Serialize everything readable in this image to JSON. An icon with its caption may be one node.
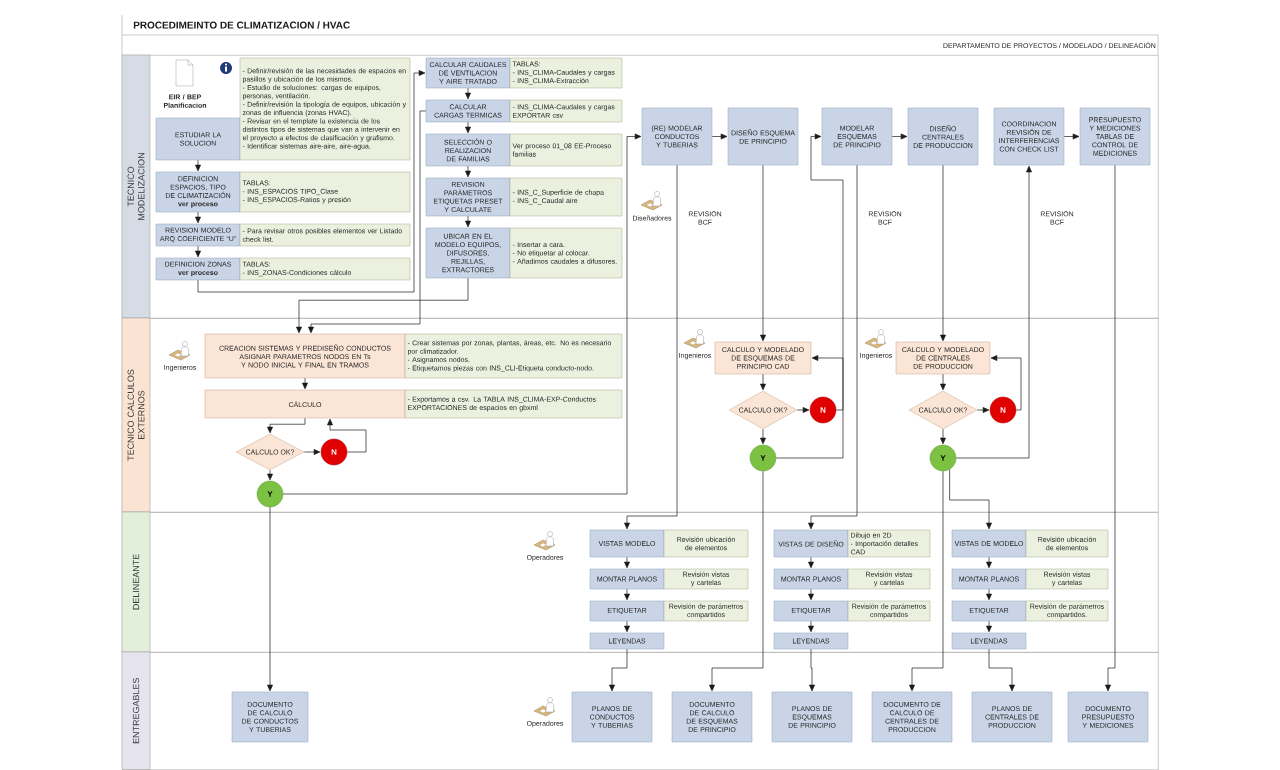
{
  "diagram": {
    "title": "PROCEDIMEINTO DE CLIMATIZACION / HVAC",
    "nodes": [
      {
        "text": [
          "TECNICO MODELIZACION"
        ]
      },
      {
        "text": [
          "ESTUDIAR LA SOLUCION"
        ],
        "in": 0
      },
      {
        "text": [
          "- Definir/revisión de las necesidades de espacios en pasillos y ubicación de los mismos.",
          "- Estudio de soluciones: cargas de equipos, personas, ventilación.",
          "- Definir/revisión la tipología de equipos, ubicación y zonas de influencia (zonas HVAC).",
          "- Revisar en el template la existencia de los distintos tipos de sistemas que van a intervenir en el proyecto a efectos de clasificación y grafismo.",
          "- Identificar sistemas aire-aire, aire-agua."
        ],
        "in": 0
      },
      {
        "text": [
          "DEFINICION ESPACIOS, TIPO DE CLIMATIZACIÓN",
          "ver proceso"
        ],
        "in": 0
      },
      {
        "text": [
          "TABLAS:",
          "- INS_ESPACIOS TIPO_Clase",
          "- INS_ESPACIOS-Ratios y presión"
        ],
        "in": 0
      },
      {
        "text": [
          "REVISION MODELO ARQ COEFICIENTE “U”"
        ],
        "in": 0
      },
      {
        "text": [
          "- Para revisar otros posibles elementos ver Listado check list."
        ],
        "in": 0
      },
      {
        "text": [
          "DEFINICION ZONAS",
          "ver proceso"
        ],
        "in": 0
      },
      {
        "text": [
          "TABLAS:",
          "- INS_ZONAS-Condiciones cálculo"
        ],
        "in": 0
      },
      {
        "text": [
          "CALCULAR CAUDALES DE VENTILACION Y AIRE TRATADO"
        ],
        "in": 0
      },
      {
        "text": [
          "TABLAS:",
          "- INS_CLIMA-Caudales y cargas",
          "- INS_CLIMA-Extracción"
        ],
        "in": 0
      },
      {
        "text": [
          "CALCULAR CARGAS TERMICAS"
        ],
        "in": 0
      },
      {
        "text": [
          "- INS_CLIMA-Caudales y cargas EXPORTAR csv"
        ],
        "in": 0
      },
      {
        "text": [
          "SELECCIÓN O REALIZACION DE FAMILIAS"
        ],
        "in": 0
      },
      {
        "text": [
          "Ver proceso 01_08 EE-Proceso familias"
        ],
        "in": 0
      },
      {
        "text": [
          "REVISION PARÁMETROS ETIQUETAS PRESET Y CALCULATE"
        ],
        "in": 0
      },
      {
        "text": [
          "- INS_C_Superficie de chapa",
          "- INS_C_Caudal aire"
        ],
        "in": 0
      },
      {
        "text": [
          "UBICAR EN EL MODELO EQUIPOS, DIFUSORES, REJILLAS, EXTRACTORES"
        ],
        "in": 0
      },
      {
        "text": [
          "- Insertar a cara.",
          "- No etiquetar al colocar.",
          "- Añadimos caudales a difusores."
        ],
        "in": 0
      },
      {
        "text": [
          "(RE) MODELAR CONDUCTOS Y TUBERIAS"
        ],
        "in": 0
      },
      {
        "text": [
          "DISEÑO ESQUEMA DE PRINCIPIO"
        ],
        "in": 0
      },
      {
        "text": [
          "MODELAR ESQUEMAS DE PRINCIPIO"
        ],
        "in": 0
      },
      {
        "text": [
          "DISEÑO CENTRALES DE PRODUCCION"
        ],
        "in": 0
      },
      {
        "text": [
          "COORDINACION",
          "REVISIÓN DE INTERFERENCIAS CON CHECK LIST"
        ],
        "in": 0
      },
      {
        "text": [
          "PRESUPUESTO Y MEDICIONES",
          "TABLAS DE CONTROL DE MEDICIONES"
        ],
        "in": 0
      },
      {
        "text": [
          "TECNICO CALCULOS EXTERNOS"
        ]
      },
      {
        "text": [
          "CREACION SISTEMAS Y PREDISEÑO CONDUCTOS",
          "ASIGNAR PARAMETROS NODOS EN Ts Y NODO INICIAL Y FINAL EN TRAMOS"
        ],
        "in": 25
      },
      {
        "text": [
          "- Crear sistemas por zonas, plantas, áreas, etc. No es necesario por climatizador.",
          "- Asignamos nodos.",
          "- Etiquetamos piezas con INS_CLI-Etiqueta conducto-nodo."
        ],
        "in": 25
      },
      {
        "text": [
          "CÁLCULO"
        ],
        "in": 25
      },
      {
        "text": [
          "- Exportamos a csv. La TABLA INS_CLIMA-EXP-Conductos",
          "EXPORTACIONES de espacios en gbxml"
        ],
        "in": 25
      },
      {
        "text": [
          "CALCULO OK?"
        ],
        "in": 25
      },
      {
        "text": [
          "N"
        ],
        "in": 25
      },
      {
        "text": [
          "Y"
        ],
        "in": 25
      },
      {
        "text": [
          "CALCULO Y MODELADO DE ESQUEMAS DE PRINCIPIO CAD"
        ],
        "in": 25
      },
      {
        "text": [
          "CALCULO OK?"
        ],
        "in": 25
      },
      {
        "text": [
          "N"
        ],
        "in": 25
      },
      {
        "text": [
          "Y"
        ],
        "in": 25
      },
      {
        "text": [
          "CALCULO Y MODELADO DE CENTRALES DE PRODUCCION"
        ],
        "in": 25
      },
      {
        "text": [
          "CALCULO OK?"
        ],
        "in": 25
      },
      {
        "text": [
          "N"
        ],
        "in": 25
      },
      {
        "text": [
          "Y"
        ],
        "in": 25
      },
      {
        "text": [
          "DELINEANTE"
        ]
      },
      {
        "text": [
          "VISTAS MODELO"
        ],
        "in": 41
      },
      {
        "text": [
          "Revisión ubicación de elementos"
        ],
        "in": 41
      },
      {
        "text": [
          "MONTAR PLANOS"
        ],
        "in": 41
      },
      {
        "text": [
          "Revisión vistas y cartelas"
        ],
        "in": 41
      },
      {
        "text": [
          "ETIQUETAR"
        ],
        "in": 41
      },
      {
        "text": [
          "Revisión de parámetros compartidos"
        ],
        "in": 41
      },
      {
        "text": [
          "LEYENDAS"
        ],
        "in": 41
      },
      {
        "text": [
          "VISTAS DE DISEÑO"
        ],
        "in": 41
      },
      {
        "text": [
          "Dibujo en 2D",
          "- Importación detalles CAD"
        ],
        "in": 41
      },
      {
        "text": [
          "MONTAR PLANOS"
        ],
        "in": 41
      },
      {
        "text": [
          "Revisión vistas y cartelas"
        ],
        "in": 41
      },
      {
        "text": [
          "ETIQUETAR"
        ],
        "in": 41
      },
      {
        "text": [
          "Revisión de parámetros compartidos"
        ],
        "in": 41
      },
      {
        "text": [
          "LEYENDAS"
        ],
        "in": 41
      },
      {
        "text": [
          "VISTAS DE MODELO"
        ],
        "in": 41
      },
      {
        "text": [
          "Revisión ubicación de elementos"
        ],
        "in": 41
      },
      {
        "text": [
          "MONTAR PLANOS"
        ],
        "in": 41
      },
      {
        "text": [
          "Revisión vistas y cartelas"
        ],
        "in": 41
      },
      {
        "text": [
          "ETIQUETAR"
        ],
        "in": 41
      },
      {
        "text": [
          "Revisión de parámetros compartidos."
        ],
        "in": 41
      },
      {
        "text": [
          "LEYENDAS"
        ],
        "in": 41
      },
      {
        "text": [
          "ENTREGABLES"
        ]
      },
      {
        "text": [
          "DOCUMENTO DE CALCULO DE CONDUCTOS Y TUBERIAS"
        ],
        "in": 63
      },
      {
        "text": [
          "PLANOS DE CONDUCTOS Y TUBERIAS"
        ],
        "in": 63
      },
      {
        "text": [
          "DOCUMENTO DE CALCULO DE ESQUEMAS DE PRINCIPIO"
        ],
        "in": 63
      },
      {
        "text": [
          "PLANOS DE ESQUEMAS DE PRINCIPIO"
        ],
        "in": 63
      },
      {
        "text": [
          "DOCUMENTO DE CALCULO DE CENTRALES DE PRODUCCION"
        ],
        "in": 63
      },
      {
        "text": [
          "PLANOS DE CENTRALES DE PRODUCCION"
        ],
        "in": 63
      },
      {
        "text": [
          "DOCUMENTO PRESUPUESTO Y MEDICIONES"
        ],
        "in": 63
      }
    ],
    "edges": [
      {
        "from": 1,
        "to": 3,
        "arrow": "to"
      },
      {
        "from": 3,
        "to": 5,
        "arrow": "to"
      },
      {
        "from": 5,
        "to": 7,
        "arrow": "to"
      },
      {
        "from": 7,
        "to": 9,
        "arrow": "to"
      },
      {
        "from": 9,
        "to": 11,
        "arrow": "to"
      },
      {
        "from": 11,
        "to": 13,
        "arrow": "to"
      },
      {
        "from": 13,
        "to": 15,
        "arrow": "to"
      },
      {
        "from": 15,
        "to": 17,
        "arrow": "to"
      },
      {
        "from": 11,
        "to": 26,
        "arrow": "to"
      },
      {
        "from": 17,
        "to": 26,
        "arrow": "to"
      },
      {
        "from": 26,
        "to": 28,
        "arrow": "to"
      },
      {
        "from": 28,
        "to": 30,
        "arrow": "to"
      },
      {
        "from": 30,
        "to": 31,
        "arrow": "to"
      },
      {
        "from": 31,
        "to": 28,
        "arrow": "to"
      },
      {
        "from": 30,
        "to": 32,
        "arrow": "to"
      },
      {
        "from": 32,
        "to": 64,
        "arrow": "to"
      },
      {
        "from": 32,
        "to": 19,
        "arrow": "to"
      },
      {
        "from": 19,
        "to": 20,
        "arrow": "to"
      },
      {
        "from": 19,
        "to": 42,
        "arrow": "to"
      },
      {
        "from": 20,
        "to": 33,
        "arrow": "to"
      },
      {
        "from": 33,
        "to": 34,
        "arrow": "to"
      },
      {
        "from": 34,
        "to": 35,
        "arrow": "to"
      },
      {
        "from": 35,
        "to": 33,
        "arrow": "to"
      },
      {
        "from": 34,
        "to": 36,
        "arrow": "to"
      },
      {
        "from": 36,
        "to": 21,
        "arrow": "to"
      },
      {
        "from": 36,
        "to": 66,
        "arrow": "to"
      },
      {
        "from": 21,
        "to": 22,
        "arrow": "to"
      },
      {
        "from": 21,
        "to": 49,
        "arrow": "to"
      },
      {
        "from": 22,
        "to": 37,
        "arrow": "to"
      },
      {
        "from": 37,
        "to": 38,
        "arrow": "to"
      },
      {
        "from": 38,
        "to": 39,
        "arrow": "to"
      },
      {
        "from": 39,
        "to": 37,
        "arrow": "to"
      },
      {
        "from": 38,
        "to": 40,
        "arrow": "to"
      },
      {
        "from": 40,
        "to": 23,
        "arrow": "to"
      },
      {
        "from": 40,
        "to": 68,
        "arrow": "to"
      },
      {
        "from": 40,
        "to": 56,
        "arrow": "to"
      },
      {
        "from": 23,
        "to": 24,
        "arrow": "to"
      },
      {
        "from": 24,
        "to": 70,
        "arrow": "to"
      },
      {
        "from": 42,
        "to": 44,
        "arrow": "to"
      },
      {
        "from": 44,
        "to": 46,
        "arrow": "to"
      },
      {
        "from": 46,
        "to": 48,
        "arrow": "to"
      },
      {
        "from": 48,
        "to": 65,
        "arrow": "to"
      },
      {
        "from": 49,
        "to": 51,
        "arrow": "to"
      },
      {
        "from": 51,
        "to": 53,
        "arrow": "to"
      },
      {
        "from": 53,
        "to": 55,
        "arrow": "to"
      },
      {
        "from": 55,
        "to": 67,
        "arrow": "to"
      },
      {
        "from": 56,
        "to": 58,
        "arrow": "to"
      },
      {
        "from": 58,
        "to": 60,
        "arrow": "to"
      },
      {
        "from": 60,
        "to": 62,
        "arrow": "to"
      },
      {
        "from": 62,
        "to": 69,
        "arrow": "to"
      }
    ],
    "labels": [
      "DEPARTAMENTO DE PROYECTOS / MODELADO / DELINEACIÓN",
      "EIR / BEP Planificacion",
      "Diseñadores",
      "REVISION BCF",
      "REVISION BCF",
      "REVISION BCF",
      "Ingenieros",
      "Ingenieros",
      "Ingenieros",
      "Operadores",
      "Operadores"
    ]
  }
}
